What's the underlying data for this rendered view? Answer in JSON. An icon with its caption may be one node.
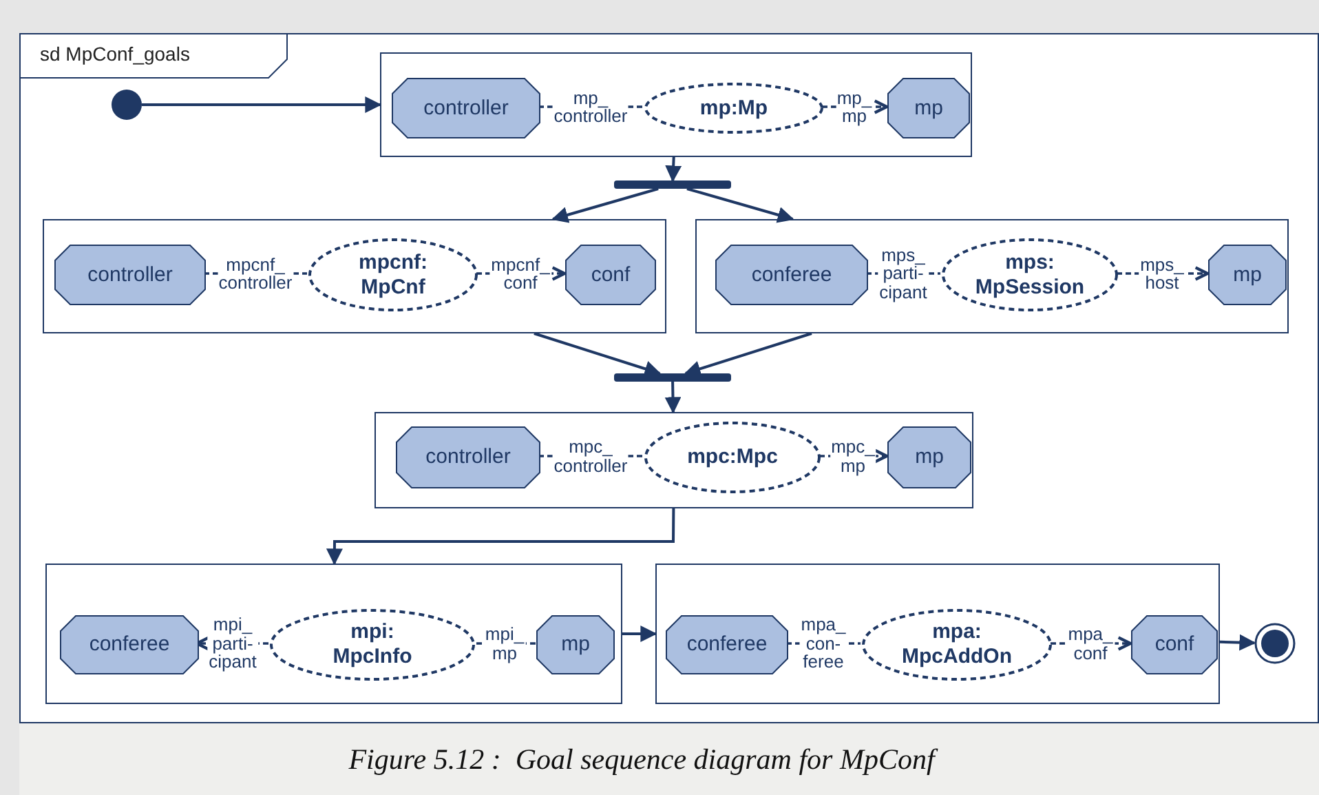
{
  "diagram": {
    "caption": "Figure 5.12 :  Goal sequence diagram for MpConf",
    "nodes": [
      {
        "text": [
          "sd MpConf_goals"
        ]
      },
      {
        "text": [],
        "shape": "circle",
        "in": 0
      },
      {
        "text": [],
        "shape": "box",
        "in": 0
      },
      {
        "text": [
          "controller"
        ],
        "in": 2
      },
      {
        "text": [
          "mp:Mp"
        ],
        "in": 2
      },
      {
        "text": [
          "mp"
        ],
        "in": 2
      },
      {
        "text": [],
        "shape": "bar",
        "in": 0
      },
      {
        "text": [],
        "shape": "box",
        "in": 0
      },
      {
        "text": [
          "controller"
        ],
        "in": 7
      },
      {
        "text": [
          "mpcnf: MpCnf"
        ],
        "in": 7
      },
      {
        "text": [
          "conf"
        ],
        "in": 7
      },
      {
        "text": [],
        "shape": "box",
        "in": 0
      },
      {
        "text": [
          "conferee"
        ],
        "in": 11
      },
      {
        "text": [
          "mps: MpSession"
        ],
        "in": 11
      },
      {
        "text": [
          "mp"
        ],
        "in": 11
      },
      {
        "text": [],
        "shape": "bar",
        "in": 0
      },
      {
        "text": [],
        "shape": "box",
        "in": 0
      },
      {
        "text": [
          "controller"
        ],
        "in": 16
      },
      {
        "text": [
          "mpc:Mpc"
        ],
        "in": 16
      },
      {
        "text": [
          "mp"
        ],
        "in": 16
      },
      {
        "text": [],
        "shape": "box",
        "in": 0
      },
      {
        "text": [
          "conferee"
        ],
        "in": 20
      },
      {
        "text": [
          "mpi: MpcInfo"
        ],
        "in": 20
      },
      {
        "text": [
          "mp"
        ],
        "in": 20
      },
      {
        "text": [],
        "shape": "box",
        "in": 0
      },
      {
        "text": [
          "conferee"
        ],
        "in": 24
      },
      {
        "text": [
          "mpa: MpcAddOn"
        ],
        "in": 24
      },
      {
        "text": [
          "conf"
        ],
        "in": 24
      },
      {
        "text": [],
        "shape": "circle",
        "in": 0
      }
    ],
    "edges": [
      {
        "from": 1,
        "to": 2,
        "arrow": "to"
      },
      {
        "from": 2,
        "to": 6,
        "arrow": "to"
      },
      {
        "from": 6,
        "to": 7,
        "arrow": "to"
      },
      {
        "from": 6,
        "to": 11,
        "arrow": "to"
      },
      {
        "from": 7,
        "to": 15,
        "arrow": "to"
      },
      {
        "from": 11,
        "to": 15,
        "arrow": "to"
      },
      {
        "from": 15,
        "to": 16,
        "arrow": "to"
      },
      {
        "from": 16,
        "to": 20,
        "arrow": "to"
      },
      {
        "from": 20,
        "to": 24,
        "arrow": "to"
      },
      {
        "from": 24,
        "to": 28,
        "arrow": "to"
      },
      {
        "from": 3,
        "to": 4,
        "arrow": "none",
        "style": "dashed",
        "label": "mp_ controller"
      },
      {
        "from": 4,
        "to": 5,
        "arrow": "to",
        "style": "dashed",
        "label": "mp_ mp"
      },
      {
        "from": 8,
        "to": 9,
        "arrow": "none",
        "style": "dashed",
        "label": "mpcnf_ controller"
      },
      {
        "from": 9,
        "to": 10,
        "arrow": "to",
        "style": "dashed",
        "label": "mpcnf_ conf"
      },
      {
        "from": 12,
        "to": 13,
        "arrow": "none",
        "style": "dashed",
        "label": "mps_ parti- cipant"
      },
      {
        "from": 13,
        "to": 14,
        "arrow": "to",
        "style": "dashed",
        "label": "mps_ host"
      },
      {
        "from": 17,
        "to": 18,
        "arrow": "none",
        "style": "dashed",
        "label": "mpc_ controller"
      },
      {
        "from": 18,
        "to": 19,
        "arrow": "to",
        "style": "dashed",
        "label": "mpc_ mp"
      },
      {
        "from": 22,
        "to": 21,
        "arrow": "to",
        "style": "dashed",
        "label": "mpi_ parti- cipant"
      },
      {
        "from": 23,
        "to": 22,
        "arrow": "none",
        "style": "dashed",
        "label": "mpi_ mp"
      },
      {
        "from": 25,
        "to": 26,
        "arrow": "none",
        "style": "dashed",
        "label": "mpa_ con- feree"
      },
      {
        "from": 26,
        "to": 27,
        "arrow": "to",
        "style": "dashed",
        "label": "mpa_ conf"
      }
    ]
  }
}
